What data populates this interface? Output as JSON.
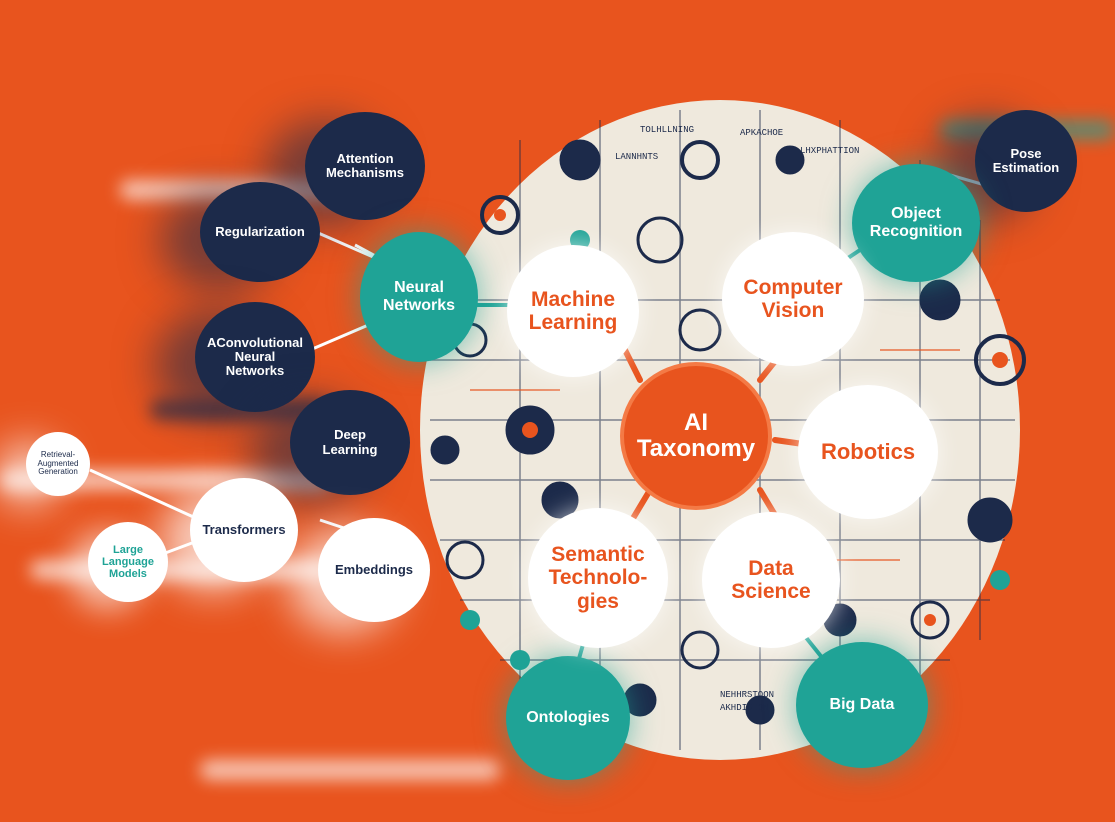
{
  "colors": {
    "background": "#e8541e",
    "navy": "#1c2a4a",
    "teal": "#1fa396",
    "white": "#ffffff",
    "disc": "#efe9dd"
  },
  "center": {
    "label": "AI\nTaxonomy"
  },
  "primary_branches": [
    {
      "key": "machine-learning",
      "label": "Machine\nLearning"
    },
    {
      "key": "computer-vision",
      "label": "Computer\nVision"
    },
    {
      "key": "robotics",
      "label": "Robotics"
    },
    {
      "key": "data-science",
      "label": "Data\nScience"
    },
    {
      "key": "semantic-technologies",
      "label": "Semantic\nTechnolo-\ngies"
    }
  ],
  "sub_topics": [
    {
      "key": "neural-networks",
      "label": "Neural\nNetworks"
    },
    {
      "key": "object-recognition",
      "label": "Object\nRecognition"
    },
    {
      "key": "big-data",
      "label": "Big Data"
    },
    {
      "key": "ontologies",
      "label": "Ontologies"
    }
  ],
  "leaf_topics": [
    {
      "key": "attention-mechanisms",
      "label": "Attention\nMechanisms"
    },
    {
      "key": "regularization",
      "label": "Regularization"
    },
    {
      "key": "convolutional-neural-networks",
      "label": "AConvolutional\nNeural\nNetworks"
    },
    {
      "key": "deep-learning",
      "label": "Deep\nLearning"
    },
    {
      "key": "pose-estimation",
      "label": "Pose\nEstimation"
    },
    {
      "key": "transformers",
      "label": "Transformers"
    },
    {
      "key": "embeddings",
      "label": "Embeddings"
    },
    {
      "key": "large-language-models",
      "label": "Large\nLanguage\nModels"
    },
    {
      "key": "retrieval-augmented-generation",
      "label": "Retrieval-\nAugmented\nGeneration"
    }
  ],
  "background_labels": [
    "TOLHLLNING",
    "APKACHOE",
    "LHXPHATTION",
    "LANNHNTS",
    "NEHHRSTOON",
    "AKHDIGION"
  ]
}
